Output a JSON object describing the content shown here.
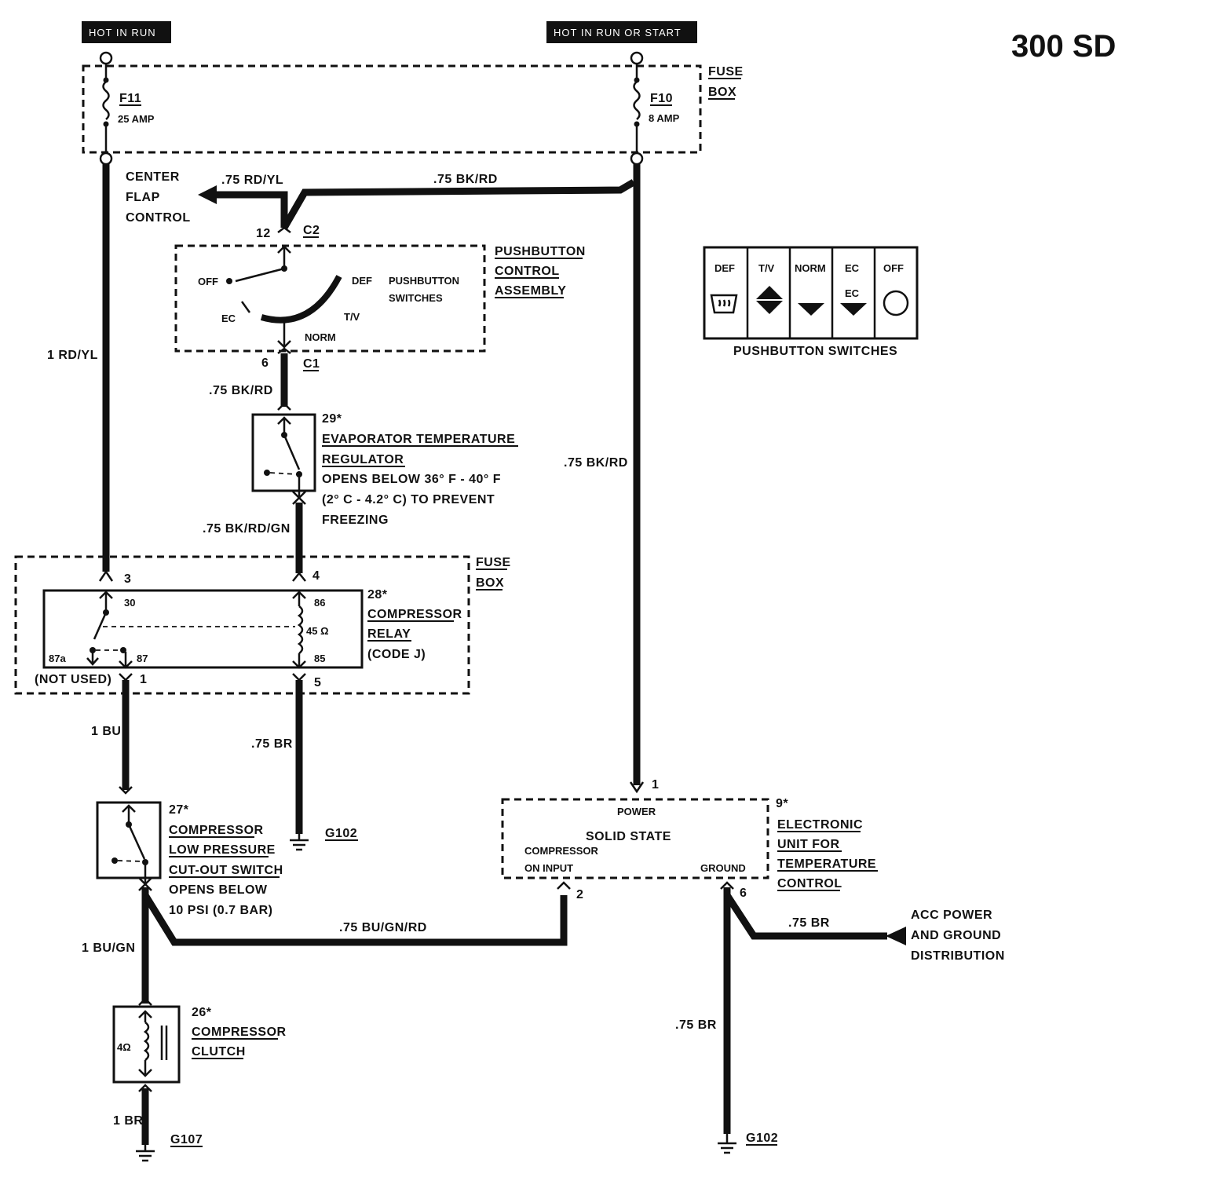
{
  "title": "300 SD",
  "supply": {
    "hot_in_run": "HOT IN RUN",
    "hot_in_run_or_start": "HOT IN RUN OR START"
  },
  "fuse_box": {
    "label_line1": "FUSE",
    "label_line2": "BOX",
    "f11": {
      "name": "F11",
      "rating": "25 AMP"
    },
    "f10": {
      "name": "F10",
      "rating": "8 AMP"
    }
  },
  "wires": {
    "rd_yl_075": ".75 RD/YL",
    "bk_rd_075_top": ".75 BK/RD",
    "rd_yl_1": "1 RD/YL",
    "bk_rd_075_c1": ".75 BK/RD",
    "bk_rd_075_right": ".75 BK/RD",
    "bk_rd_gn_075": ".75 BK/RD/GN",
    "bu_1": "1 BU",
    "br_075_relay": ".75 BR",
    "bu_gn_1": "1 BU/GN",
    "bu_gn_rd_075": ".75 BU/GN/RD",
    "br_075_acc": ".75 BR",
    "br_075_ground": ".75 BR",
    "br_1": "1 BR"
  },
  "center_flap": [
    "CENTER",
    "FLAP",
    "CONTROL"
  ],
  "connectors": {
    "c2_pin": "12",
    "c2": "C2",
    "c1_pin": "6",
    "c1": "C1",
    "relay_pin3": "3",
    "relay_pin4": "4",
    "relay_pin1": "1",
    "relay_pin5": "5",
    "esu_pin1": "1",
    "esu_pin2": "2",
    "esu_pin6": "6"
  },
  "pushbutton_assembly": {
    "label": [
      "PUSHBUTTON",
      "CONTROL",
      "ASSEMBLY"
    ],
    "off": "OFF",
    "def": "DEF",
    "ec": "EC",
    "tv": "T/V",
    "norm": "NORM",
    "switches_line1": "PUSHBUTTON",
    "switches_line2": "SWITCHES"
  },
  "pushbutton_panel": {
    "buttons": [
      "DEF",
      "T/V",
      "NORM",
      "EC",
      "OFF"
    ],
    "ec_sub": "EC",
    "caption": "PUSHBUTTON SWITCHES",
    "icons": [
      "defrost-icon",
      "diamond-icon",
      "down-arrow-icon",
      "down-arrow-icon",
      "circle-icon"
    ]
  },
  "evaporator": {
    "num": "29*",
    "name_line1": "EVAPORATOR TEMPERATURE",
    "name_line2": "REGULATOR",
    "note": [
      "OPENS BELOW 36° F - 40° F",
      "(2° C - 4.2° C) TO PREVENT",
      "FREEZING"
    ]
  },
  "relay": {
    "num": "28*",
    "name": [
      "COMPRESSOR",
      "RELAY"
    ],
    "code": "(CODE J)",
    "t30": "30",
    "t86": "86",
    "t87a": "87a",
    "t87": "87",
    "t85": "85",
    "coil": "45 Ω",
    "not_used": "(NOT USED)"
  },
  "pressure_switch": {
    "num": "27*",
    "name": [
      "COMPRESSOR",
      "LOW PRESSURE",
      "CUT-OUT SWITCH"
    ],
    "note": [
      "OPENS BELOW",
      "10 PSI (0.7 BAR)"
    ]
  },
  "clutch": {
    "num": "26*",
    "name": [
      "COMPRESSOR",
      "CLUTCH"
    ],
    "coil": "4Ω"
  },
  "esu": {
    "num": "9*",
    "name": [
      "ELECTRONIC",
      "UNIT FOR",
      "TEMPERATURE",
      "CONTROL"
    ],
    "power": "POWER",
    "solid_state": "SOLID  STATE",
    "comp_input": [
      "COMPRESSOR",
      "ON INPUT"
    ],
    "ground": "GROUND"
  },
  "acc": [
    "ACC POWER",
    "AND GROUND",
    "DISTRIBUTION"
  ],
  "grounds": {
    "g102_a": "G102",
    "g102_b": "G102",
    "g107": "G107"
  }
}
